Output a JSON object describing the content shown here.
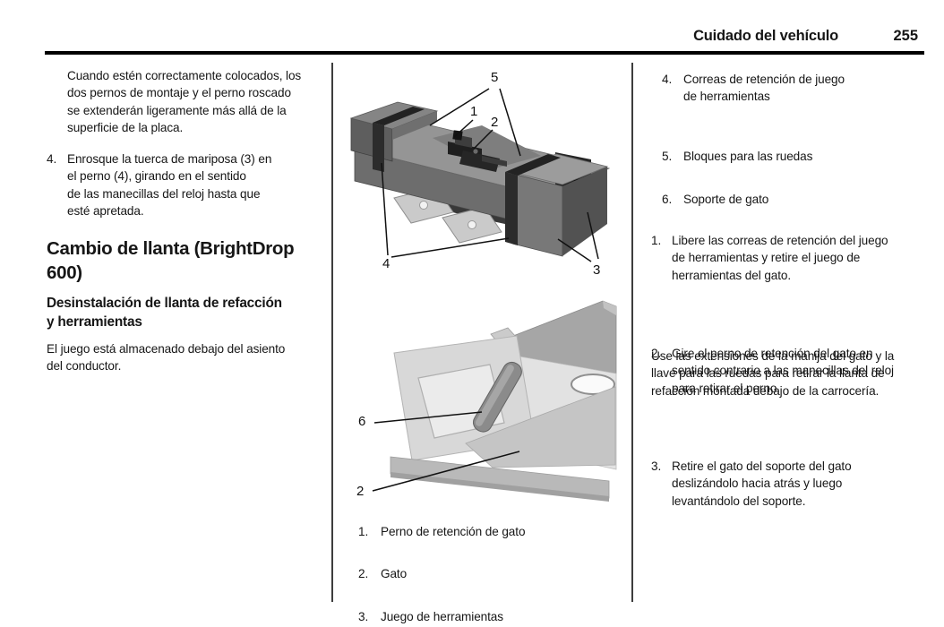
{
  "header": {
    "title": "Cuidado del vehículo",
    "page_number": "255"
  },
  "left_column": {
    "continuation": "Cuando estén correctamente colocados, los\ndos pernos de montaje y el perno roscado\nse extenderán ligeramente más allá de la\nsuperficie de la placa.",
    "step4": {
      "num": "4.",
      "text": "Enrosque la tuerca de mariposa (3) en\nel perno (4), girando en el sentido\nde las manecillas del reloj hasta que\nesté apretada."
    },
    "heading": "Cambio de llanta (BrightDrop\n600)",
    "subheading": "Desinstalación de llanta de refacción\ny herramientas",
    "paragraph": "El juego está almacenado debajo del asiento\ndel conductor."
  },
  "figures": {
    "fig1": {
      "callouts": [
        {
          "label": "5"
        },
        {
          "label": "1"
        },
        {
          "label": "2"
        },
        {
          "label": "4"
        },
        {
          "label": "3"
        }
      ]
    },
    "fig2": {
      "callouts": [
        {
          "label": "6"
        },
        {
          "label": "2"
        }
      ]
    }
  },
  "middle_legend": [
    {
      "num": "1.",
      "text": "Perno de retención de gato"
    },
    {
      "num": "2.",
      "text": "Gato"
    },
    {
      "num": "3.",
      "text": "Juego de herramientas"
    }
  ],
  "right_column": {
    "legend": [
      {
        "num": "4.",
        "text": "Correas de retención de juego\nde herramientas"
      },
      {
        "num": "5.",
        "text": "Bloques para las ruedas"
      },
      {
        "num": "6.",
        "text": "Soporte de gato"
      }
    ],
    "steps": [
      {
        "num": "1.",
        "text": "Libere las correas de retención del juego\nde herramientas y retire el juego de\nherramientas del gato."
      },
      {
        "num": "2.",
        "text": "Gire el perno de retención del gato en\nsentido contrario a las manecillas del reloj\npara retirar el perno."
      },
      {
        "num": "3.",
        "text": "Retire el gato del soporte del gato\ndeslizándolo hacia atrás y luego\nlevantándolo del soporte."
      }
    ],
    "paragraph": "Use las extensiones de la manija del gato y la\nllave para las ruedas para retirar la llanta de\nrefacción montada debajo de la carrocería."
  }
}
